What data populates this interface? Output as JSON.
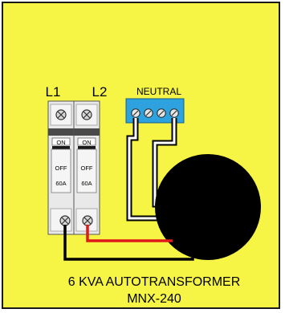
{
  "breakers": {
    "left": {
      "label": "L1",
      "on_label": "ON",
      "off_label": "OFF",
      "rating": "60A"
    },
    "right": {
      "label": "L2",
      "on_label": "ON",
      "off_label": "OFF",
      "rating": "60A"
    }
  },
  "neutral": {
    "label": "NEUTRAL"
  },
  "transformer": {
    "title": "6 KVA AUTOTRANSFORMER",
    "model": "MNX-240"
  },
  "colors": {
    "background": "#f6f545",
    "frame": "#1a1a1a",
    "breaker_body": "#e9e9e9",
    "neutral_bar": "#2ea2de",
    "wire_black": "#000000",
    "wire_red": "#e01818",
    "wire_white": "#ffffff",
    "transformer": "#000000"
  }
}
